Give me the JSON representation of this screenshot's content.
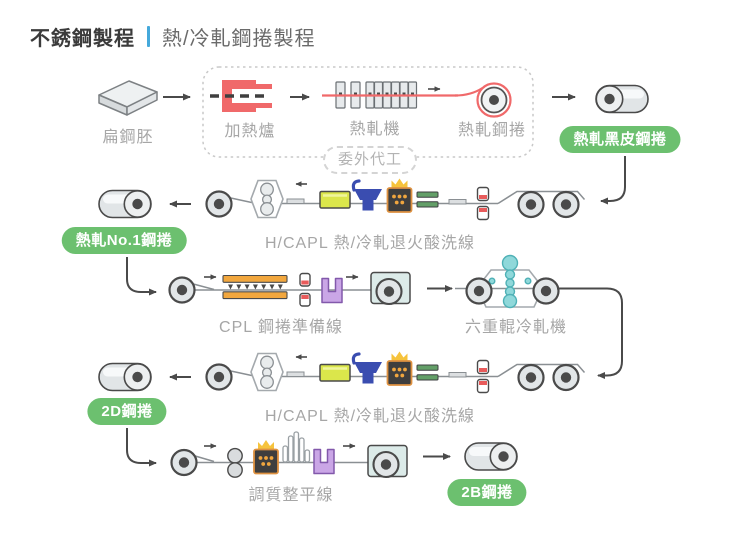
{
  "header": {
    "title": "不銹鋼製程",
    "subtitle": "熱/冷軋鋼捲製程"
  },
  "labels": {
    "slab": "扁鋼胚",
    "heating_furnace": "加熱爐",
    "hot_rolling_mill": "熱軋機",
    "hot_rolled_coil": "熱軋鋼捲",
    "outsourcing": "委外代工",
    "hcapl_line_top": "H/CAPL 熱/冷軋退火酸洗線",
    "cpl_line": "CPL 鋼捲準備線",
    "six_high_mill": "六重輥冷軋機",
    "hcapl_line_bottom": "H/CAPL 熱/冷軋退火酸洗線",
    "temper_level_line": "調質整平線"
  },
  "badges": {
    "hot_rolled_black": "熱軋黑皮鋼捲",
    "hot_rolled_no1": "熱軋No.1鋼捲",
    "coil_2d": "2D鋼捲",
    "coil_2b": "2B鋼捲"
  },
  "colors": {
    "badge_green": "#6cc06f",
    "accent_blue": "#45a9db",
    "hot_red": "#f0696a",
    "tank_yellow_green": "#dbe64b",
    "vat_blue": "#3a4db0",
    "furnace_orange": "#de9140",
    "crown_yellow": "#f6c33c",
    "bar_green": "#639f68",
    "bar_orange": "#f2a73e",
    "clamp_purple": "#caa6e6",
    "mill_teal": "#8fd8da",
    "title_dark": "#3b3b3b",
    "label_gray": "#a6a6a6"
  }
}
